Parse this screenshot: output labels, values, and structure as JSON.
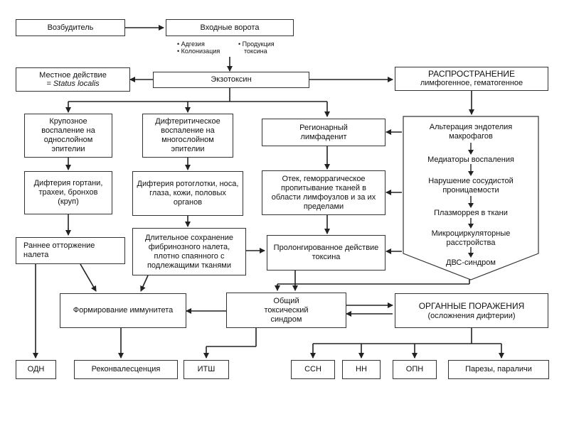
{
  "nodes": {
    "pathogen": "Возбудитель",
    "entry_gate": "Входные ворота",
    "entry_notes": {
      "adhesion": "• Адгезия",
      "colonization": "• Колонизация",
      "production_line1": "• Продукция",
      "production_line2": "токсина"
    },
    "local_action": {
      "line1": "Местное действие",
      "line2": "= Status localis"
    },
    "exotoxin": "Экзотоксин",
    "spread": {
      "line1": "РАСПРОСТРАНЕНИЕ",
      "line2": "лимфогенное, гематогенное"
    },
    "croupous": "Крупозное воспаление на однослойном эпителии",
    "diphtheritic": "Дифтеритическое воспаление на многослойном эпителии",
    "regional_lymphadenitis": "Регионарный лимфаденит",
    "diphtheria_larynx": "Дифтерия гортани, трахеи, бронхов (круп)",
    "diphtheria_oropharynx": "Дифтерия ротоглотки, носа, глаза, кожи, половых органов",
    "edema": "Отек, геморрагическое пропитывание тканей в области лимфоузлов и за их пределами",
    "early_rejection": "Раннее отторжение налета",
    "prolonged_film": "Длительное сохранение фибринозного налета, плотно спаянного с подлежащими тканями",
    "prolonged_toxin": "Пролонгированное действие токсина",
    "immunity": "Формирование иммунитета",
    "general_toxic": "Общий токсический синдром",
    "organ_damage": {
      "line1": "ОРГАННЫЕ ПОРАЖЕНИЯ",
      "line2": "(осложнения дифтерии)"
    },
    "odn": "ОДН",
    "reconvalescence": "Реконвалесценция",
    "itsh": "ИТШ",
    "ssn": "ССН",
    "nn": "НН",
    "opn": "ОПН",
    "paresis": "Парезы, параличи"
  },
  "chevron_steps": [
    "Альтерация эндотелия макрофагов",
    "Медиаторы воспаления",
    "Нарушение сосудистой проницаемости",
    "Плазморрея в ткани",
    "Микроциркуляторные расстройства",
    "ДВС-синдром"
  ]
}
